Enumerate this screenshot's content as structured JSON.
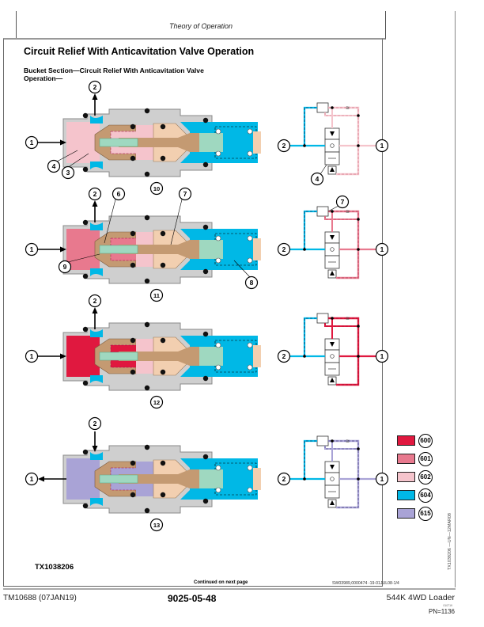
{
  "header": {
    "section_title": "Theory of Operation"
  },
  "page": {
    "title": "Circuit Relief With Anticavitation Valve Operation",
    "subtitle": "Bucket Section—Circuit Relief With Anticavitation Valve Operation—",
    "figure_id": "TX1038206",
    "continued": "Continued on next page",
    "ref_code": "SW03989,0000474 -19-01JUL08-1/4",
    "side_code": "TX1038206 —UN—12MAR08"
  },
  "figures": [
    {
      "name": "stage-10",
      "caption": "10",
      "callouts": [
        "1",
        "2",
        "3",
        "4"
      ],
      "schematic_callouts": [
        "1",
        "2",
        "4"
      ],
      "inlet_color": "#f5c4cc",
      "arrow1": "in",
      "arrow2": "up"
    },
    {
      "name": "stage-11",
      "caption": "11",
      "callouts": [
        "1",
        "2",
        "6",
        "7",
        "8",
        "9"
      ],
      "schematic_callouts": [
        "1",
        "2",
        "7"
      ],
      "inlet_color": "#e8798e",
      "arrow1": "in",
      "arrow2": "up"
    },
    {
      "name": "stage-12",
      "caption": "12",
      "callouts": [
        "1",
        "2"
      ],
      "schematic_callouts": [
        "1",
        "2"
      ],
      "inlet_color": "#e0183f",
      "arrow1": "in",
      "arrow2": "up"
    },
    {
      "name": "stage-13",
      "caption": "13",
      "callouts": [
        "1",
        "2"
      ],
      "schematic_callouts": [
        "1",
        "2"
      ],
      "inlet_color": "#a9a3d6",
      "arrow1": "out",
      "arrow2": "down"
    }
  ],
  "legend": [
    {
      "code": "600",
      "color": "#e0183f"
    },
    {
      "code": "601",
      "color": "#e8798e"
    },
    {
      "code": "602",
      "color": "#f5c4cc"
    },
    {
      "code": "604",
      "color": "#00b8e6"
    },
    {
      "code": "615",
      "color": "#a9a3d6"
    }
  ],
  "footer": {
    "manual": "TM10688 (07JAN19)",
    "page_number": "9025-05-48",
    "product": "544K 4WD Loader",
    "tiny": "010719",
    "pn": "PN=1136"
  }
}
